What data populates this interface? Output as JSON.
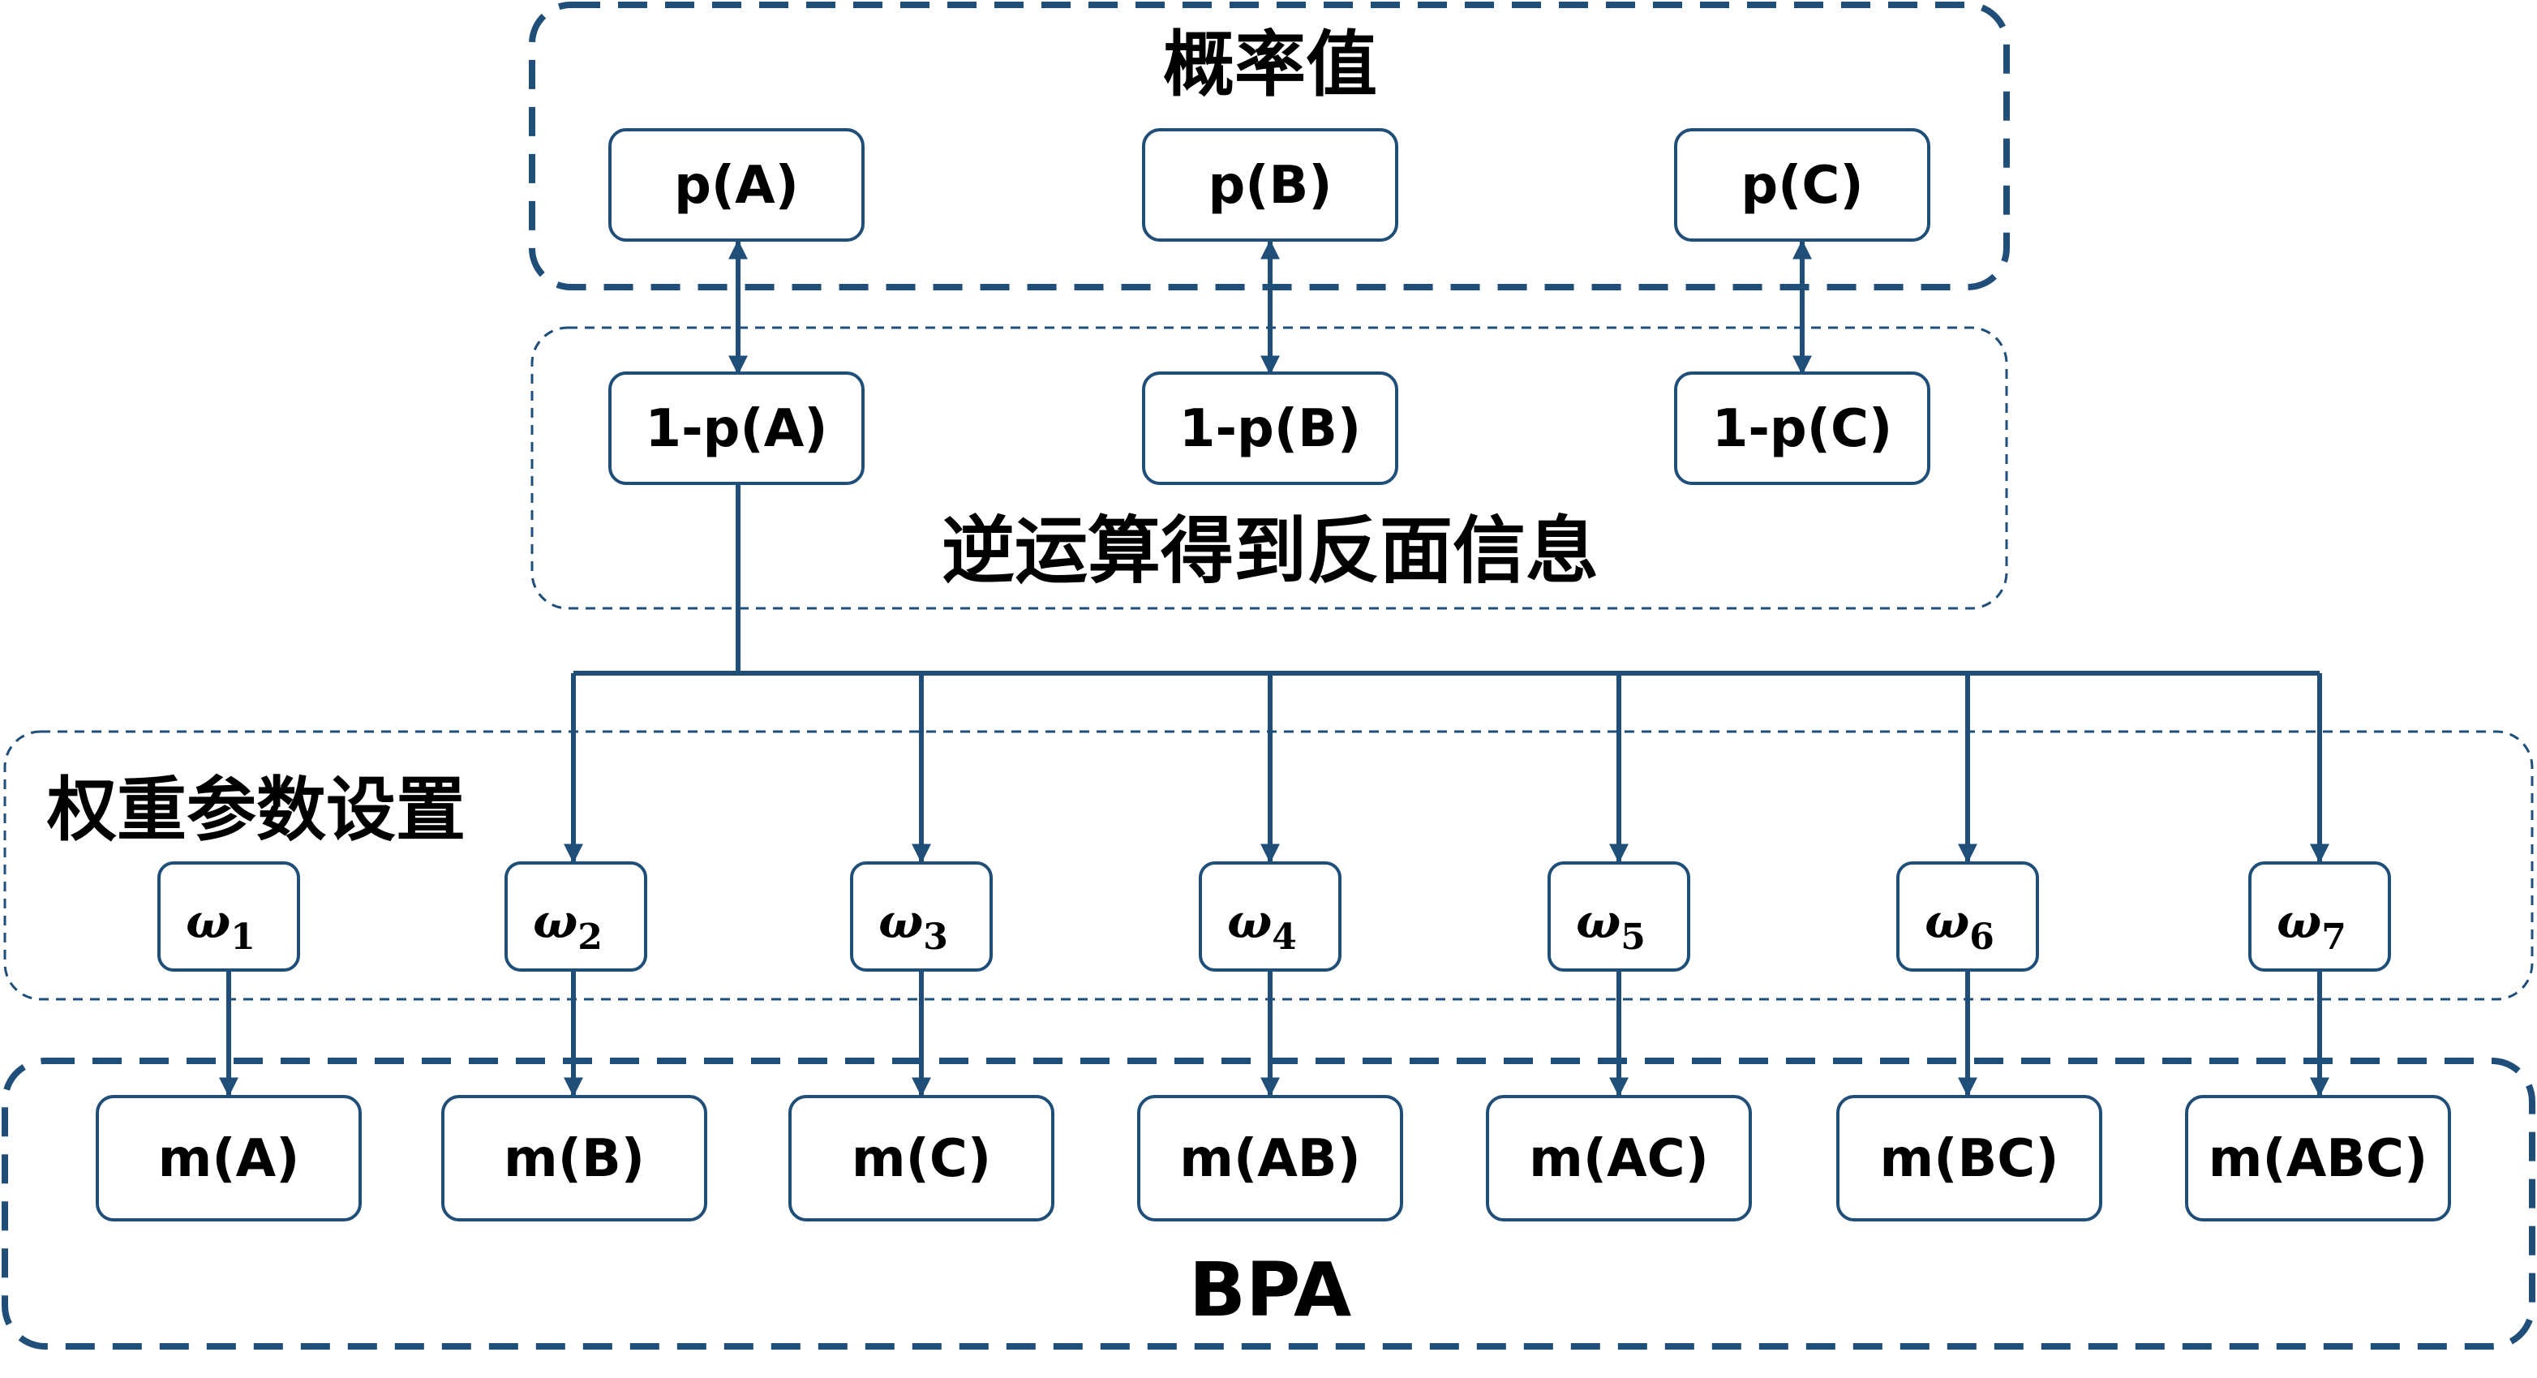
{
  "colors": {
    "accent": "#1f4e79",
    "text": "#000000",
    "background": "#ffffff"
  },
  "groups": {
    "probability_title": "概率值",
    "inverse_title": "逆运算得到反面信息",
    "weights_title": "权重参数设置",
    "bpa_title": "BPA"
  },
  "probabilities": [
    "p(A)",
    "p(B)",
    "p(C)"
  ],
  "complements": [
    "1-p(A)",
    "1-p(B)",
    "1-p(C)"
  ],
  "weights": [
    {
      "symbol": "ω",
      "sub": "1"
    },
    {
      "symbol": "ω",
      "sub": "2"
    },
    {
      "symbol": "ω",
      "sub": "3"
    },
    {
      "symbol": "ω",
      "sub": "4"
    },
    {
      "symbol": "ω",
      "sub": "5"
    },
    {
      "symbol": "ω",
      "sub": "6"
    },
    {
      "symbol": "ω",
      "sub": "7"
    }
  ],
  "masses": [
    "m(A)",
    "m(B)",
    "m(C)",
    "m(AB)",
    "m(AC)",
    "m(BC)",
    "m(ABC)"
  ]
}
